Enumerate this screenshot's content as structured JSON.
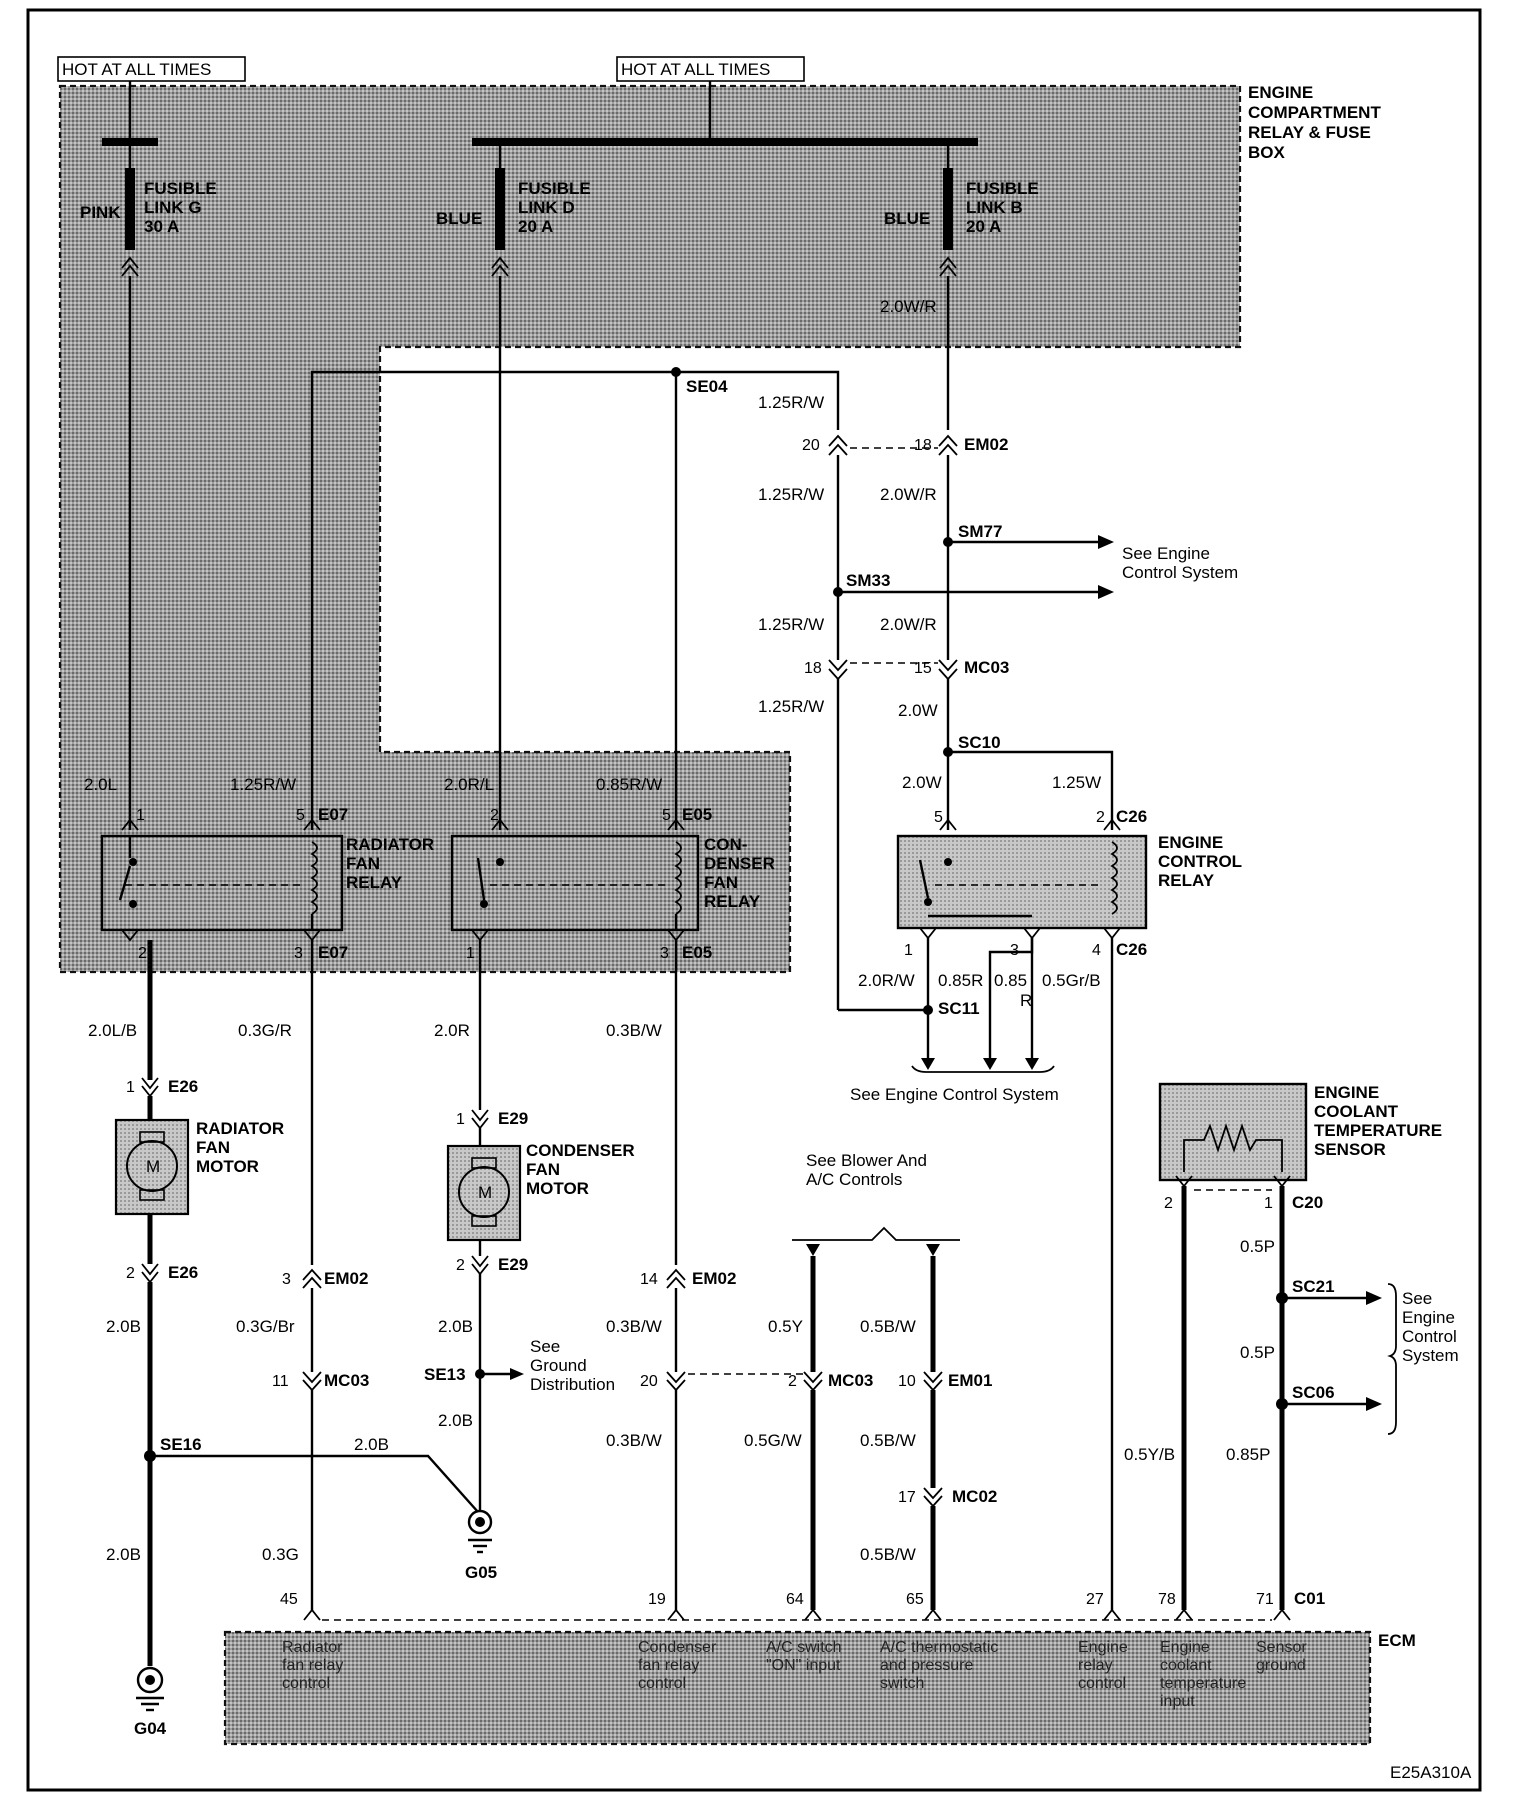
{
  "header": {
    "hot_left": "HOT AT ALL TIMES",
    "hot_mid": "HOT AT ALL TIMES"
  },
  "fusebox": {
    "title": [
      "ENGINE",
      "COMPARTMENT",
      "RELAY & FUSE",
      "BOX"
    ]
  },
  "fuses": {
    "g": {
      "name": [
        "FUSIBLE",
        "LINK G",
        "30 A"
      ],
      "color": "PINK"
    },
    "d": {
      "name": [
        "FUSIBLE",
        "LINK D",
        "20 A"
      ],
      "color": "BLUE"
    },
    "b": {
      "name": [
        "FUSIBLE",
        "LINK B",
        "20 A"
      ],
      "color": "BLUE"
    }
  },
  "relays": {
    "radiator": [
      "RADIATOR",
      "FAN",
      "RELAY"
    ],
    "condenser": [
      "CON-",
      "DENSER",
      "FAN",
      "RELAY"
    ],
    "engine_control": [
      "ENGINE",
      "CONTROL",
      "RELAY"
    ]
  },
  "components": {
    "radiator_motor": [
      "RADIATOR",
      "FAN",
      "MOTOR"
    ],
    "condenser_motor": [
      "CONDENSER",
      "FAN",
      "MOTOR"
    ],
    "ect_sensor": [
      "ENGINE",
      "COOLANT",
      "TEMPERATURE",
      "SENSOR"
    ],
    "ecm": "ECM",
    "motor_symbol": "M"
  },
  "wires": {
    "w_2_0L": "2.0L",
    "w_1_25RW_top": "1.25R/W",
    "w_2_0RL": "2.0R/L",
    "w_0_85RW": "0.85R/W",
    "w_2_0WR_top": "2.0W/R",
    "w_1_25RW_a": "1.25R/W",
    "w_1_25RW_b": "1.25R/W",
    "w_2_0WR_b": "2.0W/R",
    "w_1_25RW_c": "1.25R/W",
    "w_2_0WR_c": "2.0W/R",
    "w_1_25RW_d": "1.25R/W",
    "w_2_0W_a": "2.0W",
    "w_2_0W_b": "2.0W",
    "w_1_25W": "1.25W",
    "w_2_0LB": "2.0L/B",
    "w_0_3GR": "0.3G/R",
    "w_2_0R": "2.0R",
    "w_0_3BW_a": "0.3B/W",
    "w_2_0RW": "2.0R/W",
    "w_0_85R_a": "0.85R",
    "w_0_85_b": "0.85",
    "w_R_b": "R",
    "w_0_5GrB": "0.5Gr/B",
    "w_2_0B_a": "2.0B",
    "w_0_3GBr": "0.3G/Br",
    "w_2_0B_b": "2.0B",
    "w_0_3BW_b": "0.3B/W",
    "w_0_5Y": "0.5Y",
    "w_0_5BW_a": "0.5B/W",
    "w_0_5P_a": "0.5P",
    "w_0_5P_b": "0.5P",
    "w_2_0B_c": "2.0B",
    "w_2_0B_d": "2.0B",
    "w_0_3BW_c": "0.3B/W",
    "w_0_5GW": "0.5G/W",
    "w_0_5BW_b": "0.5B/W",
    "w_0_5YB": "0.5Y/B",
    "w_0_85P": "0.85P",
    "w_2_0B_e": "2.0B",
    "w_0_3G": "0.3G",
    "w_0_5BW_c": "0.5B/W"
  },
  "connectors": {
    "EM02": "EM02",
    "MC03": "MC03",
    "E07": "E07",
    "E05": "E05",
    "C26": "C26",
    "E26": "E26",
    "E29": "E29",
    "EM01": "EM01",
    "MC02": "MC02",
    "C20": "C20",
    "C01": "C01"
  },
  "pins": {
    "p20a": "20",
    "p18a": "18",
    "p18b": "18",
    "p15": "15",
    "p5a": "5",
    "p2a": "2",
    "rad_1": "1",
    "rad_5": "5",
    "rad_2": "2",
    "rad_3": "3",
    "cond_2": "2",
    "cond_5": "5",
    "cond_1": "1",
    "cond_3": "3",
    "ecr_1": "1",
    "ecr_3": "3",
    "ecr_4": "4",
    "e26_1": "1",
    "e26_2": "2",
    "e29_1": "1",
    "e29_2": "2",
    "em02_3": "3",
    "em02_14": "14",
    "mc03_11": "11",
    "mc03_20": "20",
    "mc03_2": "2",
    "em01_10": "10",
    "mc02_17": "17",
    "ect_2": "2",
    "ect_1": "1",
    "ecm_45": "45",
    "ecm_19": "19",
    "ecm_64": "64",
    "ecm_65": "65",
    "ecm_27": "27",
    "ecm_78": "78",
    "ecm_71": "71"
  },
  "splices": {
    "SE04": "SE04",
    "SM77": "SM77",
    "SM33": "SM33",
    "SC10": "SC10",
    "SC11": "SC11",
    "SE13": "SE13",
    "SE16": "SE16",
    "SC21": "SC21",
    "SC06": "SC06"
  },
  "grounds": {
    "G04": "G04",
    "G05": "G05"
  },
  "refs": {
    "engine_ctrl_1": [
      "See Engine",
      "Control System"
    ],
    "engine_ctrl_2": "See Engine Control System",
    "blower": [
      "See Blower And",
      "A/C Controls"
    ],
    "ground_dist": [
      "See",
      "Ground",
      "Distribution"
    ],
    "engine_ctrl_3": [
      "See",
      "Engine",
      "Control",
      "System"
    ]
  },
  "ecm_pins": {
    "radiator": [
      "Radiator",
      "fan relay",
      "control"
    ],
    "condenser": [
      "Condenser",
      "fan relay",
      "control"
    ],
    "ac_switch": [
      "A/C switch",
      "\"ON\" input"
    ],
    "ac_thermo": [
      "A/C thermostatic",
      "and pressure",
      "switch"
    ],
    "engine_relay": [
      "Engine",
      "relay",
      "control"
    ],
    "coolant": [
      "Engine",
      "coolant",
      "temperature",
      "input"
    ],
    "sensor_gnd": [
      "Sensor",
      "ground"
    ]
  },
  "figure_code": "E25A310A"
}
